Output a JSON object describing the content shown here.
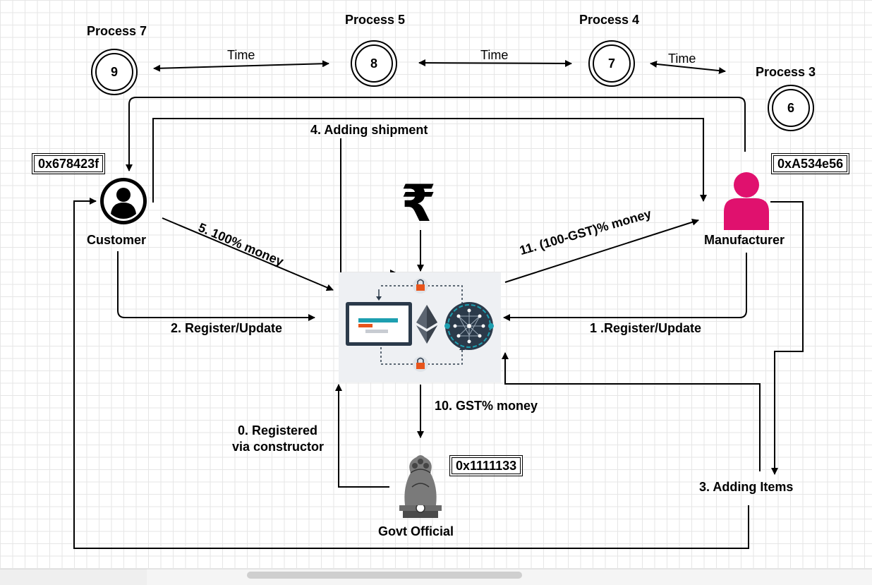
{
  "processes": [
    {
      "title": "Process 7",
      "number": "9"
    },
    {
      "title": "Process 5",
      "number": "8"
    },
    {
      "title": "Process 4",
      "number": "7"
    },
    {
      "title": "Process 3",
      "number": "6"
    }
  ],
  "time_labels": [
    "Time",
    "Time",
    "Time"
  ],
  "customer": {
    "label": "Customer",
    "address": "0x678423f"
  },
  "manufacturer": {
    "label": "Manufacturer",
    "address": "0xA534e56"
  },
  "govt": {
    "label": "Govt Official",
    "address": "0x1111133"
  },
  "rupee_symbol": "₹",
  "edges": {
    "adding_shipment": "4. Adding shipment",
    "hundred_money": "5. 100% money",
    "register_customer": "2. Register/Update",
    "register_manufacturer": "1 .Register/Update",
    "gst_money_manu": "11. (100-GST)% money",
    "gst_money_govt": "10. GST% money",
    "registered_line1": "0. Registered",
    "registered_line2": "via constructor",
    "adding_items": "3. Adding Items"
  },
  "colors": {
    "manufacturer": "#e0116e",
    "accent_orange": "#e8541b",
    "teal": "#1d9fb0",
    "dark": "#2b3a4a"
  }
}
